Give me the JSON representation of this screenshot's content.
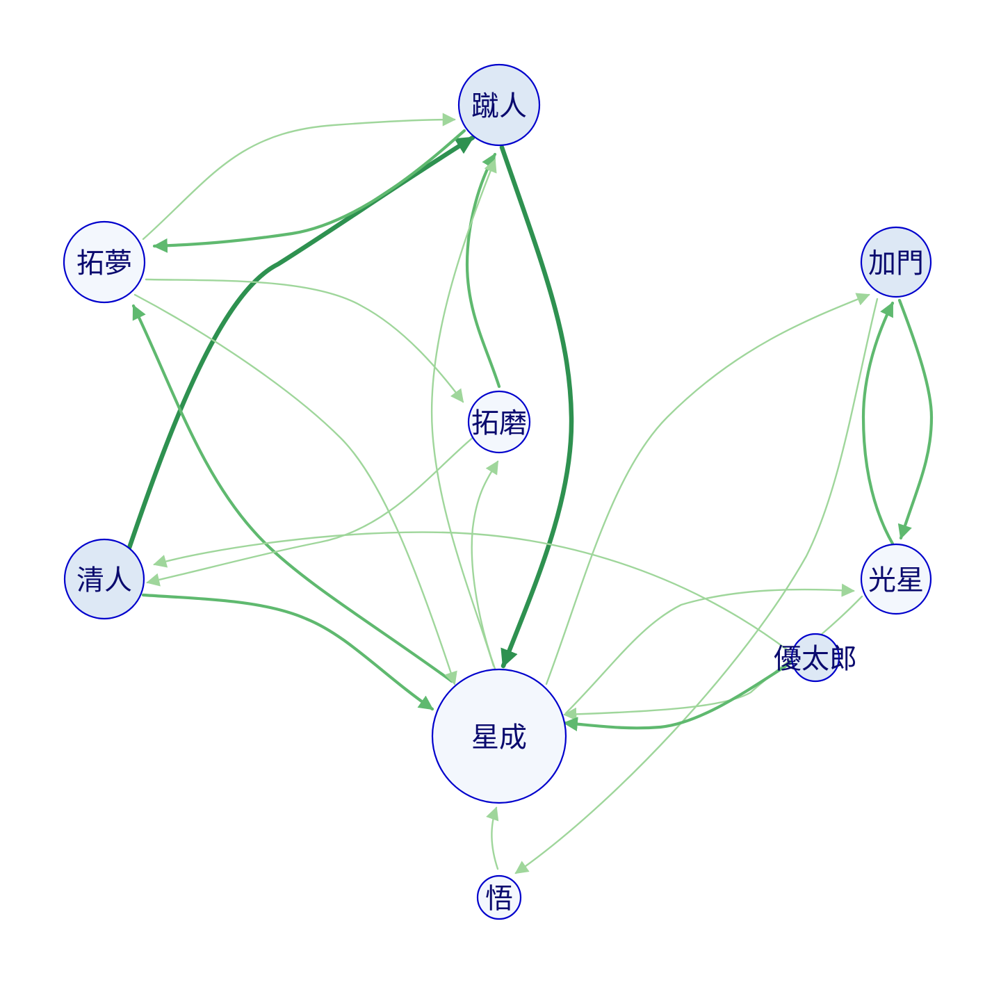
{
  "colors": {
    "node_stroke": "#0000cc",
    "label": "#0a0a6e",
    "edge_strong": "#2e9150",
    "edge_medium": "#5fb96f",
    "edge_light": "#9fd69b",
    "node_fill_a": "#dde8f5",
    "node_fill_b": "#f3f7fd"
  },
  "nodes": [
    {
      "id": "shuto",
      "label": "蹴人",
      "fill": "#dde8f5"
    },
    {
      "id": "takumu",
      "label": "拓夢",
      "fill": "#f3f7fd"
    },
    {
      "id": "kamon",
      "label": "加門",
      "fill": "#dde8f5"
    },
    {
      "id": "takuma",
      "label": "拓磨",
      "fill": "#f3f7fd"
    },
    {
      "id": "kiyoto",
      "label": "清人",
      "fill": "#dde8f5"
    },
    {
      "id": "kosei",
      "label": "光星",
      "fill": "#f3f7fd"
    },
    {
      "id": "yutaro",
      "label": "優太郎",
      "fill": "#dde8f5"
    },
    {
      "id": "seisei",
      "label": "星成",
      "fill": "#f3f7fd"
    },
    {
      "id": "satoru",
      "label": "悟",
      "fill": "#f3f7fd"
    }
  ],
  "edges": [
    {
      "from": "kiyoto",
      "to": "shuto",
      "weight": "strong"
    },
    {
      "from": "shuto",
      "to": "takumu",
      "weight": "medium"
    },
    {
      "from": "takumu",
      "to": "shuto",
      "weight": "light"
    },
    {
      "from": "shuto",
      "to": "seisei",
      "weight": "strong"
    },
    {
      "from": "takuma",
      "to": "shuto",
      "weight": "medium"
    },
    {
      "from": "seisei",
      "to": "shuto",
      "weight": "light"
    },
    {
      "from": "seisei",
      "to": "takumu",
      "weight": "medium"
    },
    {
      "from": "takumu",
      "to": "takuma",
      "weight": "light"
    },
    {
      "from": "takumu",
      "to": "seisei",
      "weight": "light"
    },
    {
      "from": "kiyoto",
      "to": "seisei",
      "weight": "medium"
    },
    {
      "from": "takuma",
      "to": "kiyoto",
      "weight": "light"
    },
    {
      "from": "yutaro",
      "to": "kiyoto",
      "weight": "light"
    },
    {
      "from": "seisei",
      "to": "takuma",
      "weight": "light"
    },
    {
      "from": "seisei",
      "to": "kamon",
      "weight": "light"
    },
    {
      "from": "kamon",
      "to": "satoru",
      "weight": "light"
    },
    {
      "from": "kamon",
      "to": "kosei",
      "weight": "medium"
    },
    {
      "from": "kosei",
      "to": "kamon",
      "weight": "medium"
    },
    {
      "from": "seisei",
      "to": "kosei",
      "weight": "light"
    },
    {
      "from": "kosei",
      "to": "seisei",
      "weight": "light"
    },
    {
      "from": "yutaro",
      "to": "seisei",
      "weight": "medium"
    },
    {
      "from": "satoru",
      "to": "seisei",
      "weight": "light"
    }
  ]
}
